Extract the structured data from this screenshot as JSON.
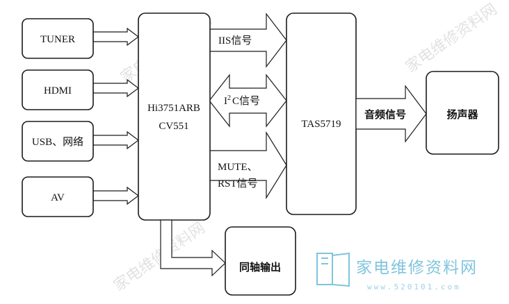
{
  "blocks": {
    "tuner": "TUNER",
    "hdmi": "HDMI",
    "usb": "USB、网络",
    "av": "AV",
    "soc_line1": "Hi3751ARB",
    "soc_line2": "CV551",
    "amp": "TAS5719",
    "speaker": "扬声器",
    "coax": "同轴输出"
  },
  "signals": {
    "iis": "IIS信号",
    "i2c_prefix": "I",
    "i2c_sup": "2",
    "i2c_suffix": "C信号",
    "mute": "MUTE、",
    "rst": "RST信号",
    "audio": "音频信号"
  },
  "watermark": {
    "brand": "家电维修资料网",
    "url": "www.520101.com",
    "diagonal": "家电维修资料网"
  },
  "colors": {
    "watermark_logo": "#7fc4dd",
    "watermark_faint": "#e2e2e2"
  }
}
